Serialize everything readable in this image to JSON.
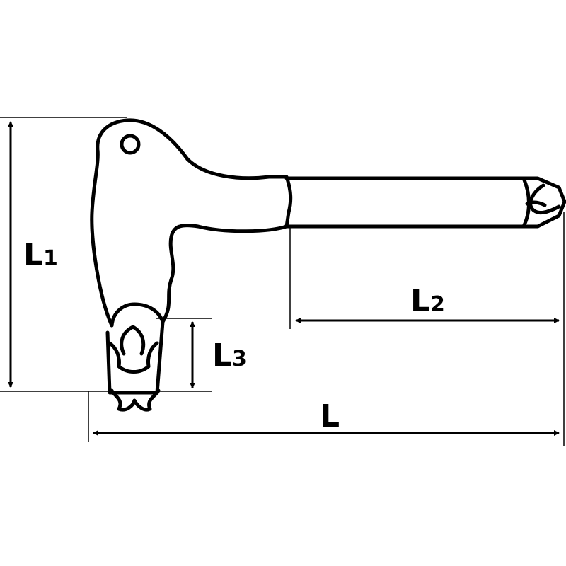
{
  "labels": {
    "l1_letter": "L",
    "l1_sub": "1",
    "l2_letter": "L",
    "l2_sub": "2",
    "l3_letter": "L",
    "l3_sub": "3",
    "l_total": "L"
  },
  "colors": {
    "line": "#000000",
    "background": "#ffffff"
  }
}
